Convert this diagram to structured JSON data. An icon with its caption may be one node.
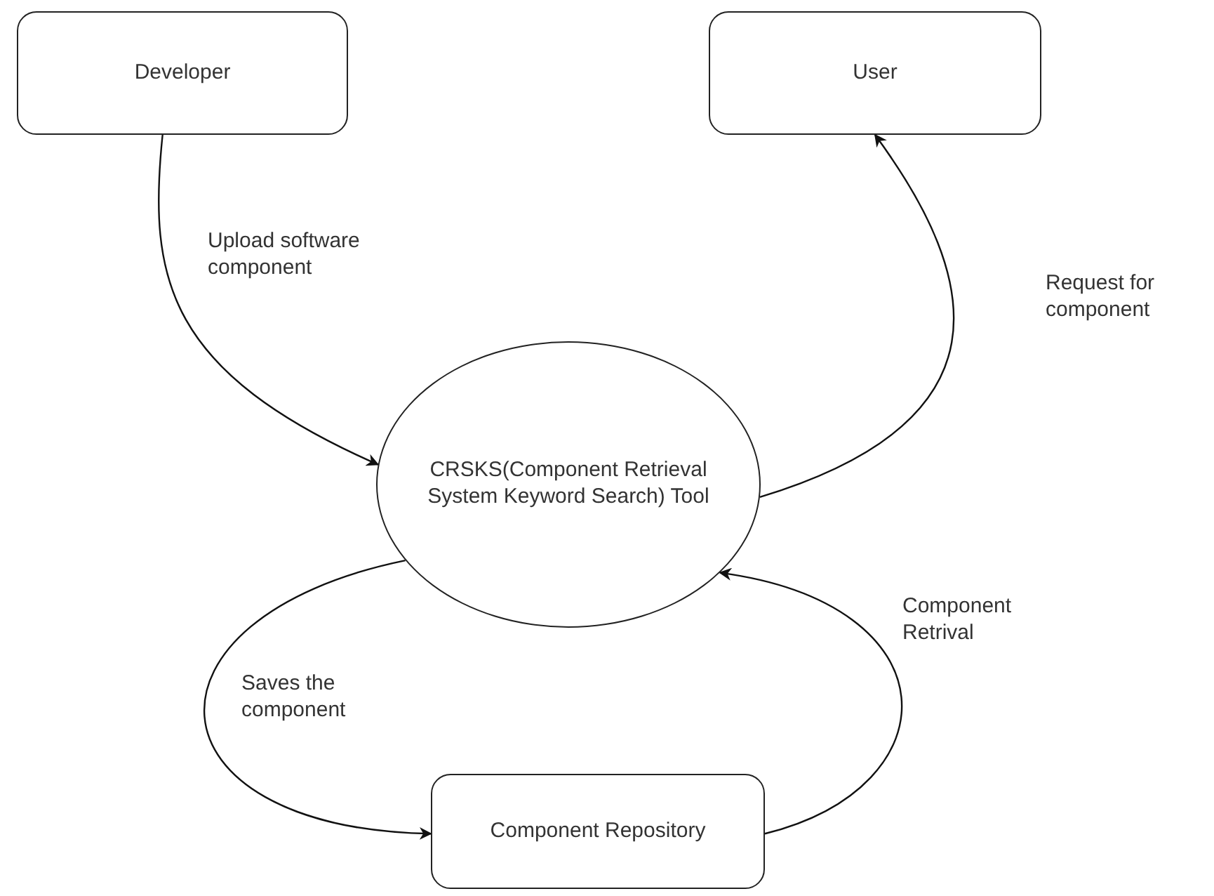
{
  "diagram": {
    "nodes": [
      {
        "text": [
          "Developer"
        ]
      },
      {
        "text": [
          "User"
        ]
      },
      {
        "text": [
          "CRSKS(Component Retrieval System Keyword Search) Tool"
        ]
      },
      {
        "text": [
          "Component Repository"
        ]
      }
    ],
    "edges": [
      {
        "from": 0,
        "to": 2,
        "arrow": "to",
        "label": "Upload software component"
      },
      {
        "from": 2,
        "to": 1,
        "arrow": "to",
        "label": "Request for component"
      },
      {
        "from": 2,
        "to": 3,
        "arrow": "to",
        "label": "Saves the component"
      },
      {
        "from": 3,
        "to": 2,
        "arrow": "to",
        "label": "Component Retrival"
      }
    ]
  }
}
